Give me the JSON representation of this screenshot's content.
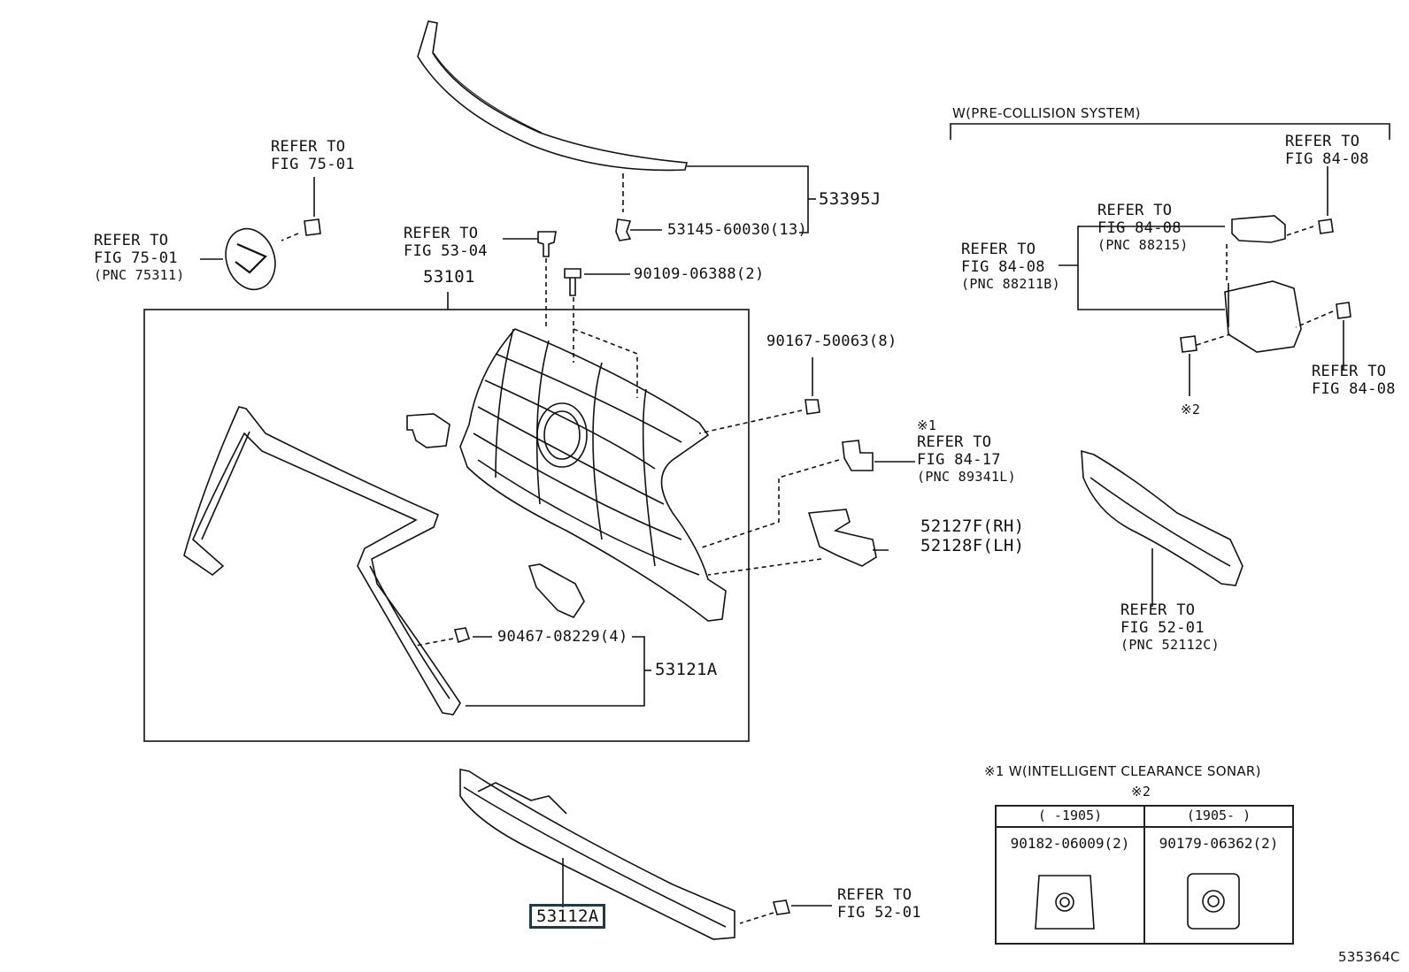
{
  "refer_to": "REFER TO",
  "labels": {
    "fig_75_01_a": "FIG 75-01",
    "fig_75_01_b": "FIG 75-01",
    "pnc_75311": "(PNC 75311)",
    "fig_53_04": "FIG 53-04",
    "fig_84_08_a": "FIG 84-08",
    "fig_84_08_b": "FIG 84-08",
    "pnc_88215": "(PNC 88215)",
    "fig_84_08_c": "FIG 84-08",
    "pnc_88211b": "(PNC 88211B)",
    "fig_84_08_d": "FIG 84-08",
    "mark1": "※1",
    "fig_84_17": "FIG 84-17",
    "pnc_89341l": "(PNC 89341L)",
    "fig_52_01_a": "FIG 52-01",
    "pnc_52112c": "(PNC 52112C)",
    "fig_52_01_b": "FIG 52-01",
    "mark2": "※2"
  },
  "parts": {
    "p53395j": "53395J",
    "p53145": "53145-60030(13)",
    "p53101": "53101",
    "p90109": "90109-06388(2)",
    "p90167": "90167-50063(8)",
    "p52127f": "52127F(RH)",
    "p52128f": "52128F(LH)",
    "p90467": "90467-08229(4)",
    "p53121a": "53121A",
    "p53112a": "53112A"
  },
  "sections": {
    "pre_collision": "W(PRE-COLLISION SYSTEM)",
    "note1": "※1 W(INTELLIGENT CLEARANCE SONAR)",
    "note2": "※2"
  },
  "table": {
    "col1_header": "(   -1905)",
    "col2_header": "(1905-   )",
    "col1_part": "90182-06009(2)",
    "col2_part": "90179-06362(2)"
  },
  "illustration_id": "535364C"
}
